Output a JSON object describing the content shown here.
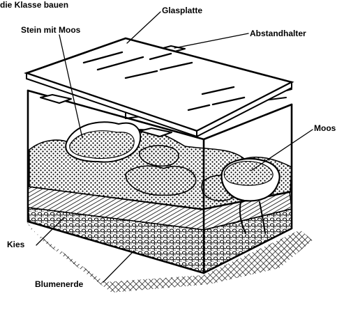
{
  "header_text": "die Klasse bauen",
  "labels": {
    "glasplatte": "Glasplatte",
    "stein_mit_moos": "Stein mit Moos",
    "abstandhalter": "Abstandhalter",
    "moos": "Moos",
    "kies": "Kies",
    "blumenerde": "Blumenerde"
  },
  "colors": {
    "ink": "#000000",
    "paper": "#ffffff"
  }
}
